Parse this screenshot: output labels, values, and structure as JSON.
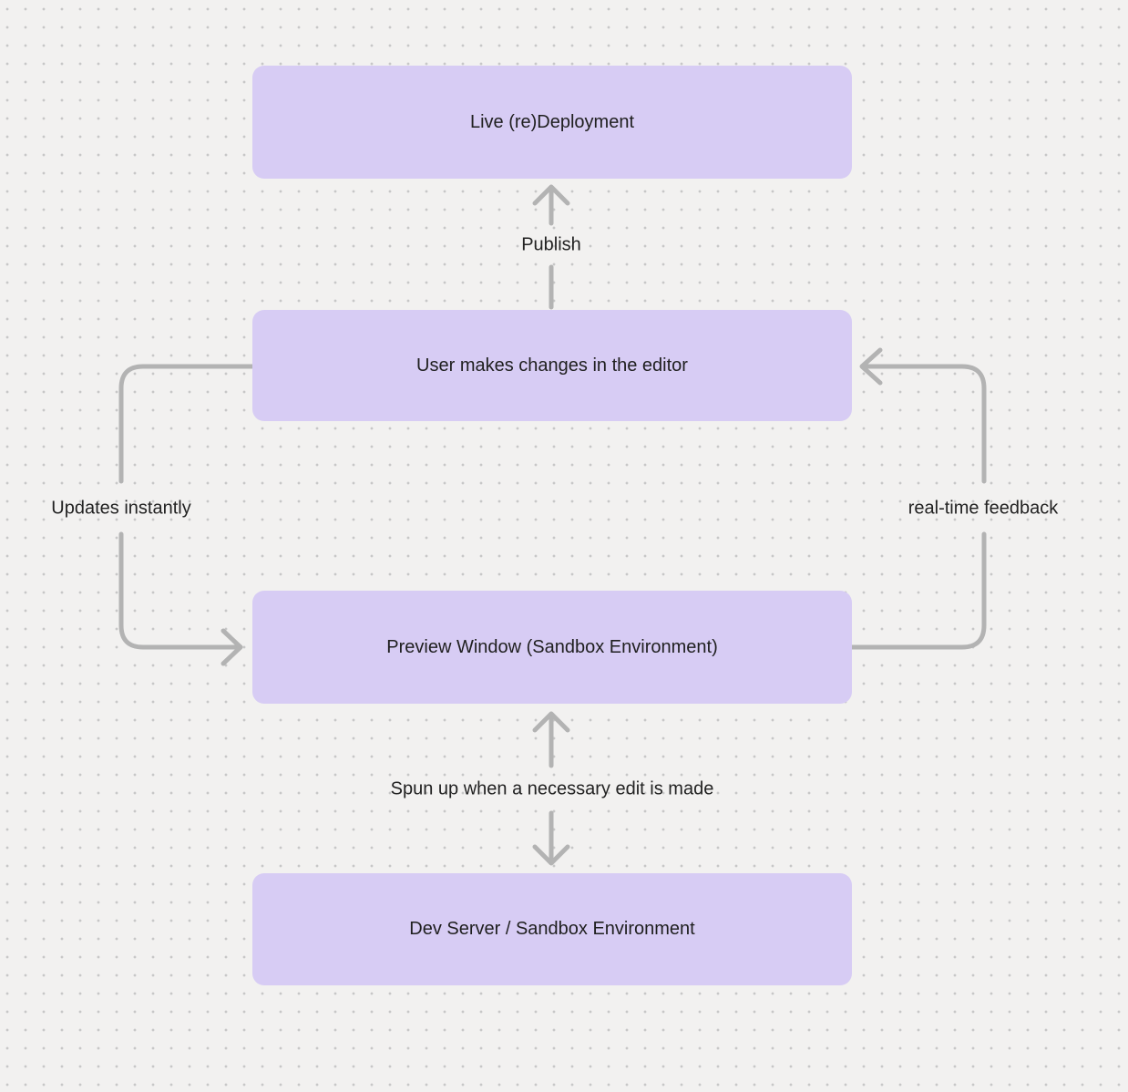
{
  "diagram": {
    "nodes": [
      {
        "id": "live-redeployment",
        "label": "Live (re)Deployment"
      },
      {
        "id": "user-editor",
        "label": "User makes changes in the editor"
      },
      {
        "id": "preview-window",
        "label": "Preview Window (Sandbox Environment)"
      },
      {
        "id": "dev-server",
        "label": "Dev Server / Sandbox Environment"
      }
    ],
    "edges": [
      {
        "from": "user-editor",
        "to": "live-redeployment",
        "label": "Publish",
        "shape": "straight-up"
      },
      {
        "from": "user-editor",
        "to": "preview-window",
        "label": "Updates instantly",
        "shape": "left-loop"
      },
      {
        "from": "preview-window",
        "to": "user-editor",
        "label": "real-time feedback",
        "shape": "right-loop"
      },
      {
        "from": "preview-window",
        "to": "dev-server",
        "label": "Spun up when a necessary edit is made",
        "shape": "bidirectional-vertical"
      }
    ],
    "colors": {
      "background": "#f2f1f0",
      "dot": "#c7c7c7",
      "node_fill": "#d7ccf4",
      "arrow": "#b3b3b3",
      "text": "#1f1f1f"
    }
  }
}
